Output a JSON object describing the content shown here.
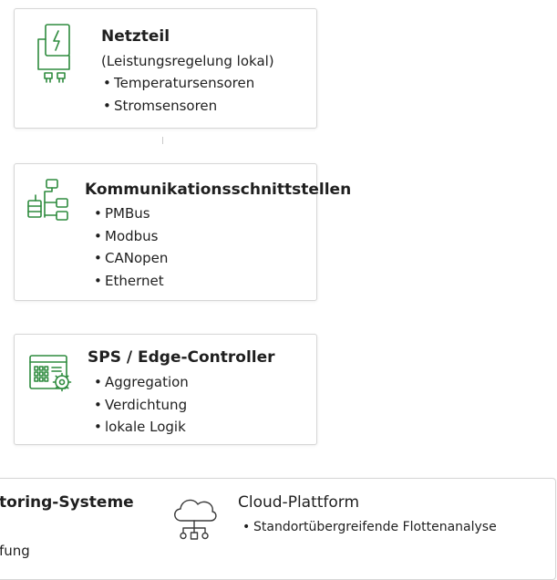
{
  "cards": {
    "netzteil": {
      "title": "Netzteil",
      "subtitle": "(Leistungsregelung lokal)",
      "items": [
        "Temperatursensoren",
        "Stromsensoren"
      ]
    },
    "kommunikation": {
      "title": "Kommunikationsschnittstellen",
      "items": [
        "PMBus",
        "Modbus",
        "CANopen",
        "Ethernet"
      ]
    },
    "sps": {
      "title": "SPS / Edge-Controller",
      "items": [
        "Aggregation",
        "Verdichtung",
        "lokale Logik"
      ]
    },
    "monitoring": {
      "title_fragment": "toring-Systeme",
      "line_fragment": "fung"
    },
    "cloud": {
      "title": "Cloud-Plattform",
      "items": [
        "Standortübergreifende Flottenanalyse"
      ]
    }
  },
  "colors": {
    "icon_green": "#2e8b3e",
    "border": "#d6d6d6"
  },
  "icons": [
    "power-supply-icon",
    "network-hierarchy-icon",
    "controller-gear-icon",
    "cloud-network-icon"
  ]
}
